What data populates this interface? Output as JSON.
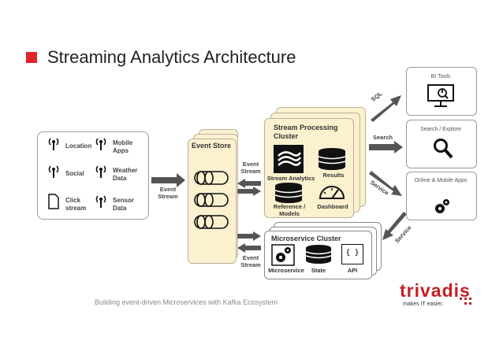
{
  "title": "Streaming Analytics Architecture",
  "sources": {
    "items": [
      {
        "label": "Location",
        "icon": "antenna-icon"
      },
      {
        "label": "Mobile Apps",
        "icon": "antenna-icon"
      },
      {
        "label": "Social",
        "icon": "antenna-icon"
      },
      {
        "label": "Weather Data",
        "icon": "antenna-icon"
      },
      {
        "label": "Click stream",
        "icon": "document-icon"
      },
      {
        "label": "Sensor Data",
        "icon": "antenna-icon"
      }
    ]
  },
  "event_store": {
    "title": "Event Store"
  },
  "arrows": {
    "event_stream_1": "Event Stream",
    "event_stream_2": "Event Stream",
    "event_stream_3": "Event Stream",
    "sql": "SQL",
    "search": "Search",
    "service_1": "Service",
    "service_2": "Service"
  },
  "stream_processing": {
    "title": "Stream Processing Cluster",
    "stream_analytics": "Stream Analytics",
    "results": "Results",
    "reference_models": "Reference / Models",
    "dashboard": "Dashboard"
  },
  "microservice_cluster": {
    "title": "Microservice Cluster",
    "microservice": "Microservice",
    "state": "State",
    "api": "API",
    "api_glyph": "{ }"
  },
  "consumers": {
    "bi_tools": "BI Tools",
    "search_explore": "Search / Explore",
    "online_mobile": "Online & Mobile Apps"
  },
  "footer": "Building event-driven Microservices with Kafka Ecosystem",
  "logo": {
    "name": "trivadis",
    "tagline": "makes IT easier."
  },
  "colors": {
    "accent": "#e0242a",
    "cluster_fill": "#fbf1cf",
    "arrow": "#555555"
  }
}
